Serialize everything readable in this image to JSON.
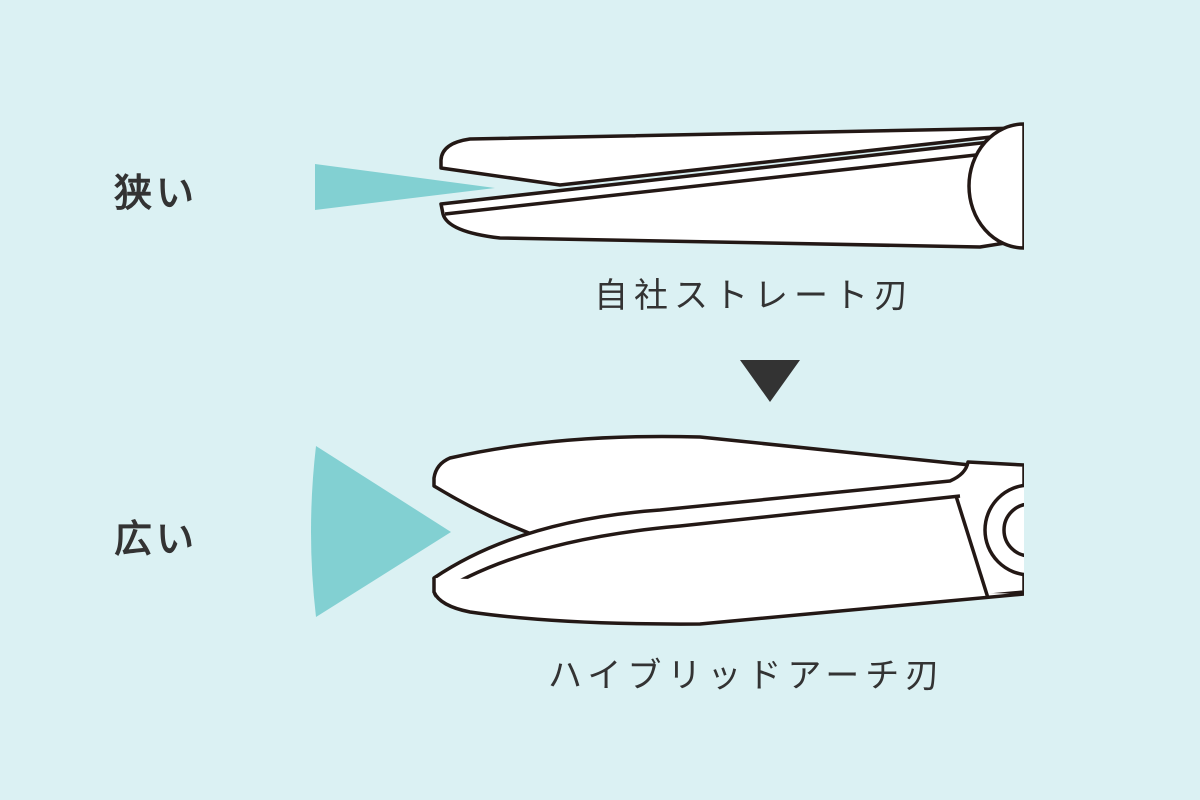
{
  "colors": {
    "background": "#dbf1f3",
    "gap_wedge": "#82d0d2",
    "blade_fill": "#ffffff",
    "outline": "#231815",
    "text": "#333333",
    "arrow": "#333333"
  },
  "top_section": {
    "gap_label": "狭い",
    "blade_name": "自社ストレート刃",
    "gap_description": "narrow opening angle"
  },
  "arrow": {
    "icon": "down-triangle-icon",
    "glyph": "▼"
  },
  "bottom_section": {
    "gap_label": "広い",
    "blade_name": "ハイブリッドアーチ刃",
    "gap_description": "wide opening angle"
  }
}
